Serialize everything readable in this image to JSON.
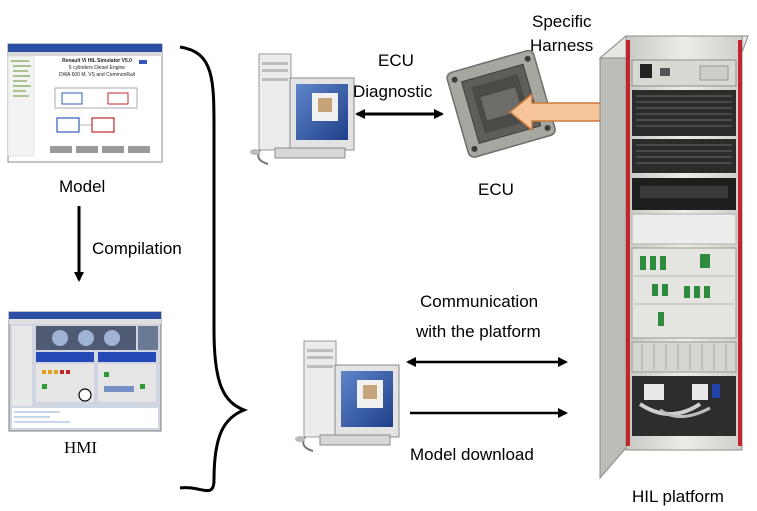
{
  "labels": {
    "model": "Model",
    "compilation": "Compilation",
    "hmi": "HMI",
    "ecu_diag_line1": "ECU",
    "ecu_diag_line2": "Diagnostic",
    "ecu": "ECU",
    "harness_line1": "Specific",
    "harness_line2": "Harness",
    "comm_line1": "Communication",
    "comm_line2": "with the platform",
    "model_download": "Model download",
    "hil_platform": "HIL platform"
  },
  "model_window": {
    "title_line1": "Renault Vi HIL Simulator V5.0",
    "title_line2": "6 cylinders Diesel Engine",
    "title_line3": "DWA 600 M, VS and CommonRail"
  },
  "colors": {
    "arrow": "#000000",
    "harness_arrow_fill": "#f6c59a",
    "harness_arrow_stroke": "#c87b3a",
    "rack_frame": "#d9d9d4",
    "rack_side": "#b9b9b3",
    "accent_red": "#c0272d"
  }
}
